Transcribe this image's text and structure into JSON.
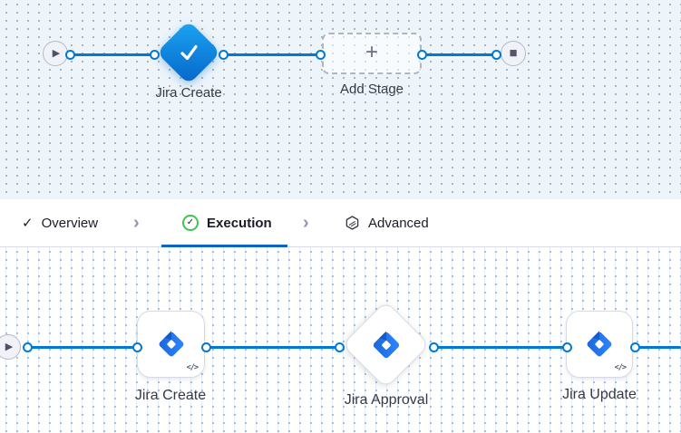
{
  "colors": {
    "accent_blue": "#0278D5",
    "underline_blue": "#0B64C6",
    "success_green": "#3DC554",
    "canvas_top_bg": "#EDF5FB",
    "stage_diamond_gradient": [
      "#1BA2F0",
      "#0669CB"
    ],
    "jira_logo_blue": "#2684FF",
    "node_border": "#D8D9E6",
    "node_label_text": "#383946",
    "tab_text": "#1C1C28"
  },
  "icons": {
    "play": "▶",
    "stop": "■",
    "plus": "+",
    "check": "✓",
    "chevron": "›",
    "code": "</>"
  },
  "stage_canvas": {
    "stage_label": "Jira Create",
    "add_stage_label": "Add Stage"
  },
  "tab_bar": {
    "tabs": [
      {
        "label": "Overview",
        "icon": "check-icon",
        "active": false
      },
      {
        "label": "Execution",
        "icon": "check-circle-icon",
        "active": true
      },
      {
        "label": "Advanced",
        "icon": "hexagon-icon",
        "active": false
      }
    ]
  },
  "execution_canvas": {
    "steps": [
      {
        "label": "Jira Create",
        "shape": "square",
        "badge": "</>"
      },
      {
        "label": "Jira Approval",
        "shape": "diamond"
      },
      {
        "label": "Jira Update",
        "shape": "square",
        "badge": "</>"
      }
    ]
  }
}
